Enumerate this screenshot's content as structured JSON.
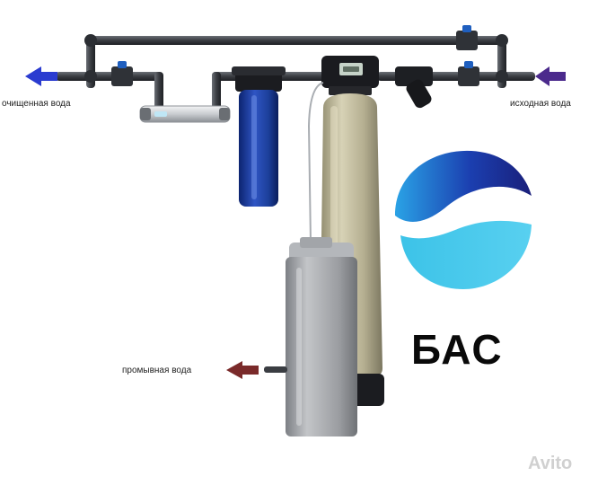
{
  "labels": {
    "purified_water": "очищенная вода",
    "source_water": "исходная вода",
    "rinse_water": "промывная вода"
  },
  "brand": {
    "name": "БАС"
  },
  "watermark": {
    "text": "Avito"
  },
  "colors": {
    "outlet_arrow": "#2a3bd0",
    "inlet_arrow": "#4b2a8c",
    "drain_arrow": "#7a2a2a",
    "pipe": "#3a3d42",
    "filter_housing": "#1c3f9a",
    "resin_tank": "#b9b394",
    "brine_tank": "#9a9ca0",
    "logo_dark": "#1b2f9a",
    "logo_light": "#3fb8e0"
  },
  "icons": [
    "valve-icon",
    "uv-sterilizer-icon",
    "display-icon",
    "check-icon"
  ]
}
